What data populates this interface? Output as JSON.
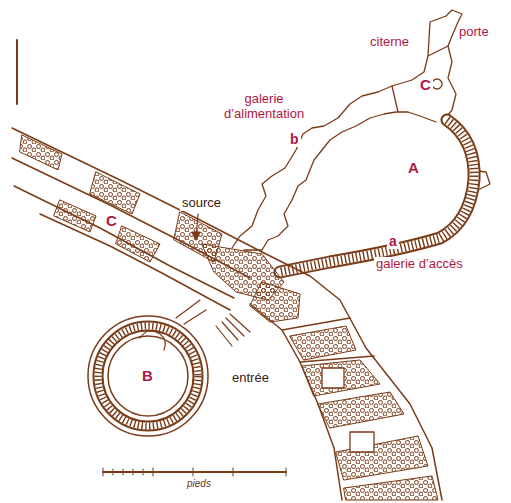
{
  "diagram": {
    "labels": [
      "porte",
      "citerne",
      "C",
      "galerie d’alimentation",
      "b",
      "A",
      "source",
      "C",
      "a",
      "galerie d’accès",
      "B",
      "entrée",
      "pieds"
    ]
  }
}
